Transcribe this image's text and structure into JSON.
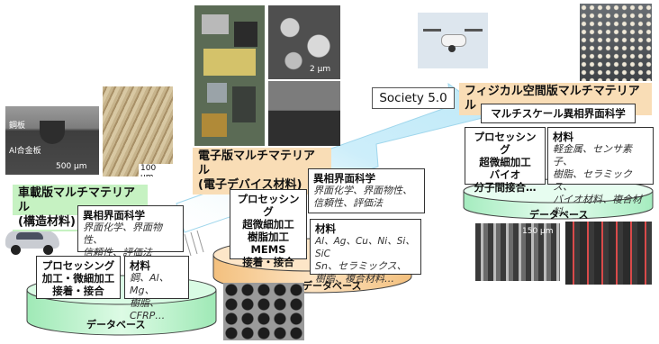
{
  "society": "Society 5.0",
  "automotive": {
    "title_line1": "車載版マルチマテリアル",
    "title_line2": "(構造材料)",
    "interface_box": {
      "heading": "異相界面科学",
      "lines": [
        "界面化学、界面物性、",
        "信頼性、評価法"
      ]
    },
    "processing_box": {
      "heading": "プロセッシング",
      "lines": [
        "加工・微細加工",
        "接着・接合"
      ]
    },
    "materials_box": {
      "heading": "材料",
      "lines": [
        "鋼、Al、Mg、",
        "樹脂、CFRP…"
      ]
    },
    "database_label": "データベース",
    "photo_labels": {
      "steel": "鋼板",
      "alloy": "Al合金板",
      "scale1": "500 μm",
      "scale2": "100 μm"
    }
  },
  "electronic": {
    "title_line1": "電子版マルチマテリアル",
    "title_line2": "(電子デバイス材料)",
    "interface_box": {
      "heading": "異相界面科学",
      "lines": [
        "界面化学、界面物性、",
        "信頼性、評価法"
      ]
    },
    "processing_box": {
      "lines": [
        "プロセッシング",
        "超微細加工",
        "樹脂加工",
        "MEMS",
        "接着・接合"
      ]
    },
    "materials_box": {
      "heading": "材料",
      "lines": [
        "Al、Ag、Cu、Ni、Si、SiC",
        "Sn、セラミックス、",
        "樹脂、複合材料…"
      ]
    },
    "database_label": "データベース",
    "photo_labels": {
      "scale": "2 μm"
    }
  },
  "physical": {
    "title": "フィジカル空間版マルチマテリアル",
    "subtitle": "マルチスケール異相界面科学",
    "processing_box": {
      "lines": [
        "プロセッシング",
        "超微細加工",
        "バイオ",
        "分子間接合…"
      ]
    },
    "materials_box": {
      "heading": "材料",
      "lines": [
        "軽金属、センサ素子、",
        "樹脂、セラミックス、",
        "バイオ材料、複合材料…"
      ]
    },
    "database_label": "データベース",
    "photo_labels": {
      "scale": "150 μm"
    }
  },
  "colors": {
    "arrow": "#cfeefa",
    "green_label": "#c6f2c2",
    "peach_label": "#f9ddb6",
    "db_green": "#c8f5d0",
    "db_peach": "#f9d6a8"
  }
}
